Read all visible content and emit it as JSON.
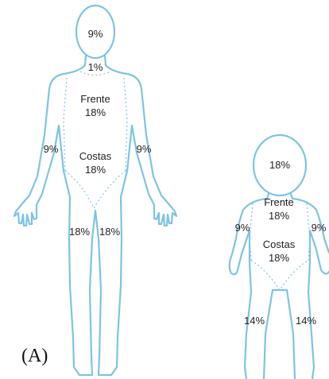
{
  "adult": {
    "head": "9%",
    "neck": "1%",
    "front_label": "Frente",
    "front_value": "18%",
    "back_label": "Costas",
    "back_value": "18%",
    "arm_left": "9%",
    "arm_right": "9%",
    "leg_left": "18%",
    "leg_right": "18%"
  },
  "child": {
    "head": "18%",
    "front_label": "Frente",
    "front_value": "18%",
    "back_label": "Costas",
    "back_value": "18%",
    "arm_left": "9%",
    "arm_right": "9%",
    "leg_left": "14%",
    "leg_right": "14%"
  },
  "panel_label": "(A)",
  "colors": {
    "outline": "#7ec3e4",
    "text": "#222222"
  }
}
